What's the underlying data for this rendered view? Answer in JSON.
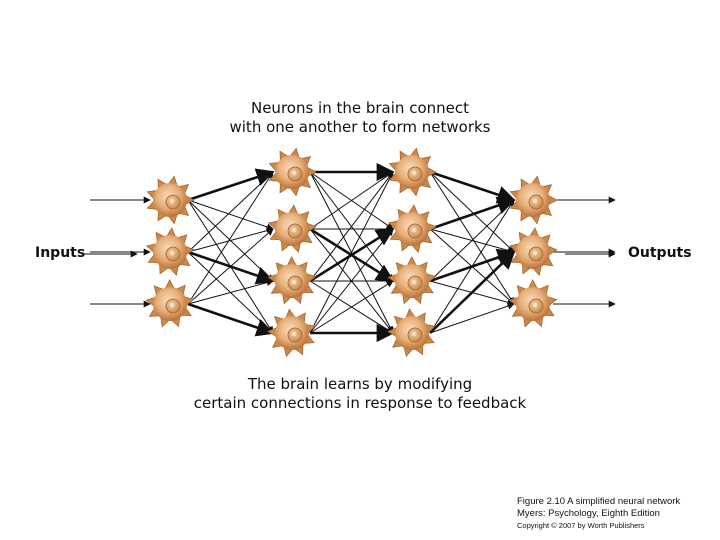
{
  "captions": {
    "top_line1": "Neurons in the brain connect",
    "top_line2": "with one another to form networks",
    "bottom_line1": "The brain learns by modifying",
    "bottom_line2": "certain connections in response to feedback"
  },
  "labels": {
    "inputs": "Inputs",
    "outputs": "Outputs"
  },
  "credit": {
    "line1": "Figure 2.10 A simplified neural network",
    "line2": "Myers: Psychology, Eighth Edition",
    "line3": "Copyright © 2007 by Worth Publishers"
  },
  "network": {
    "layers": [
      {
        "name": "input",
        "neurons": 3
      },
      {
        "name": "hidden-1",
        "neurons": 4
      },
      {
        "name": "hidden-2",
        "neurons": 4
      },
      {
        "name": "output",
        "neurons": 3
      }
    ],
    "connections": "fully connected between adjacent layers; some connections drawn heavier",
    "colors": {
      "neuron_fill": "#e8b07a",
      "neuron_dark": "#b9733a",
      "neuron_light": "#f8dcc0",
      "line": "#111111"
    }
  }
}
